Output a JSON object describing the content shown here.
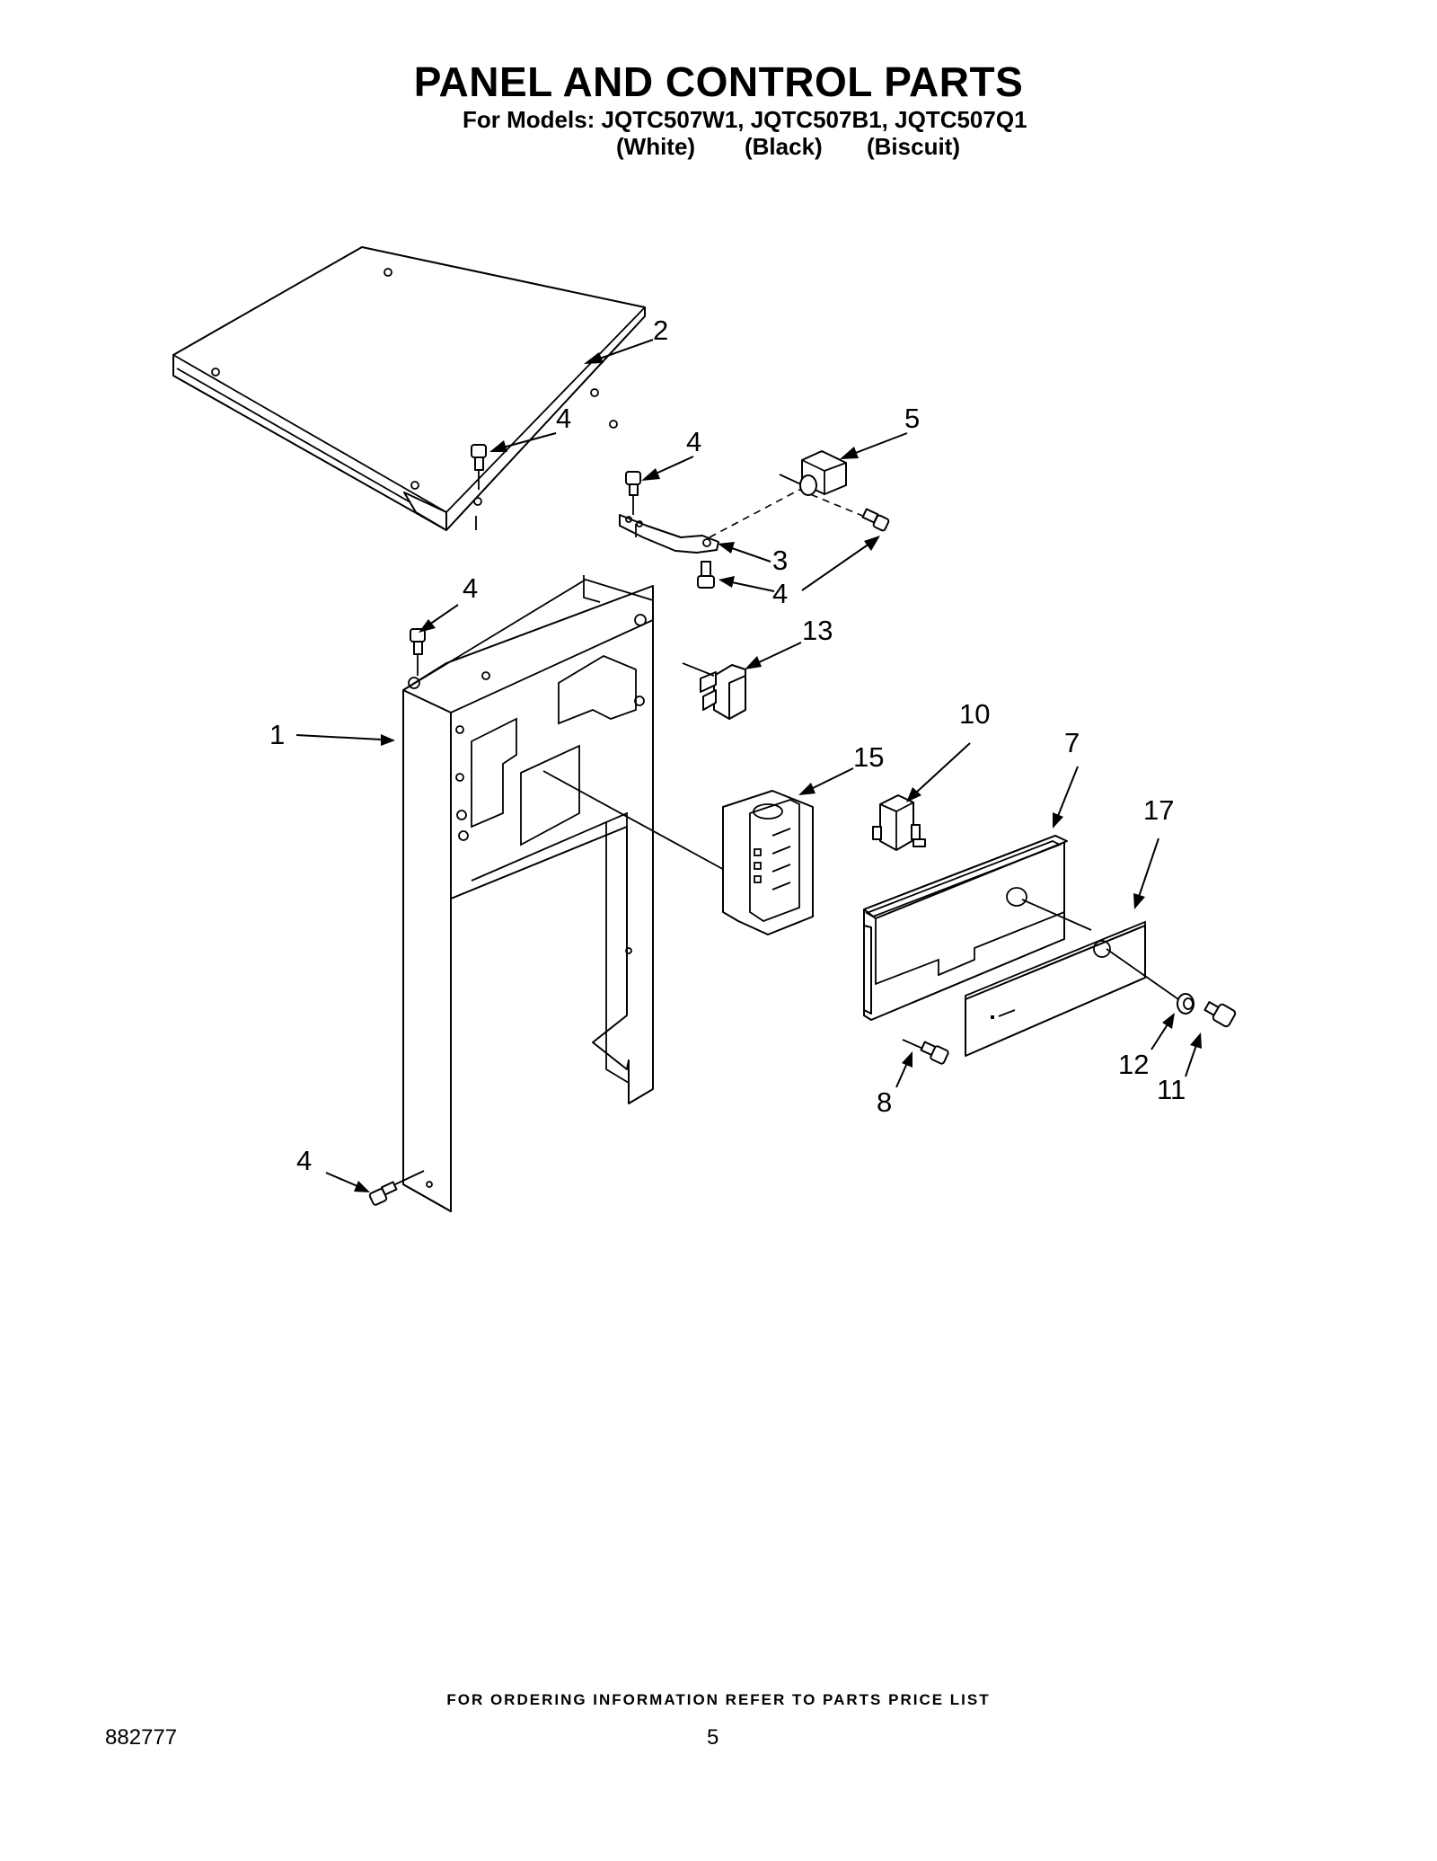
{
  "header": {
    "title": "PANEL AND CONTROL PARTS",
    "models_line": "For Models: JQTC507W1, JQTC507B1, JQTC507Q1",
    "color_white": "(White)",
    "color_black": "(Black)",
    "color_biscuit": "(Biscuit)"
  },
  "callouts": {
    "c1": "1",
    "c2": "2",
    "c3": "3",
    "c4a": "4",
    "c4b": "4",
    "c4c": "4",
    "c4d": "4",
    "c4e": "4",
    "c5": "5",
    "c7": "7",
    "c8": "8",
    "c10": "10",
    "c11": "11",
    "c12": "12",
    "c13": "13",
    "c15": "15",
    "c17": "17"
  },
  "footer": {
    "ordering_note": "FOR ORDERING INFORMATION REFER TO PARTS PRICE LIST",
    "document_number": "882777",
    "page_number": "5"
  }
}
